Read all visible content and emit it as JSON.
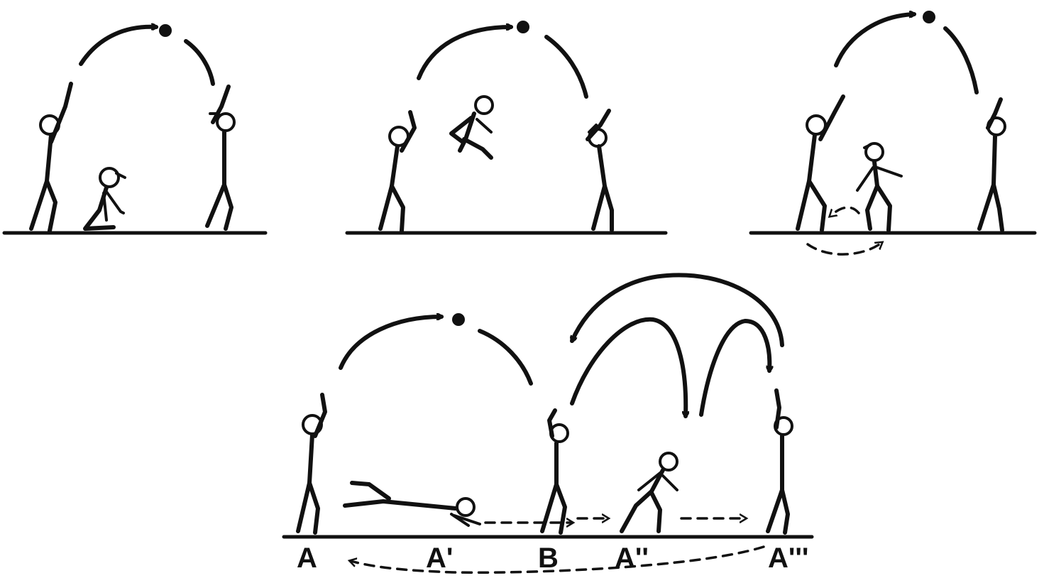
{
  "labels": {
    "a": "A",
    "a1": "A'",
    "b": "B",
    "a2": "A''",
    "a3": "A'''"
  },
  "colors": {
    "ink": "#111111",
    "paper": "#ffffff"
  },
  "scenes": [
    "kneeling-under-rope",
    "jumping-over-rope",
    "running-under-rope",
    "rotation-sequence"
  ]
}
